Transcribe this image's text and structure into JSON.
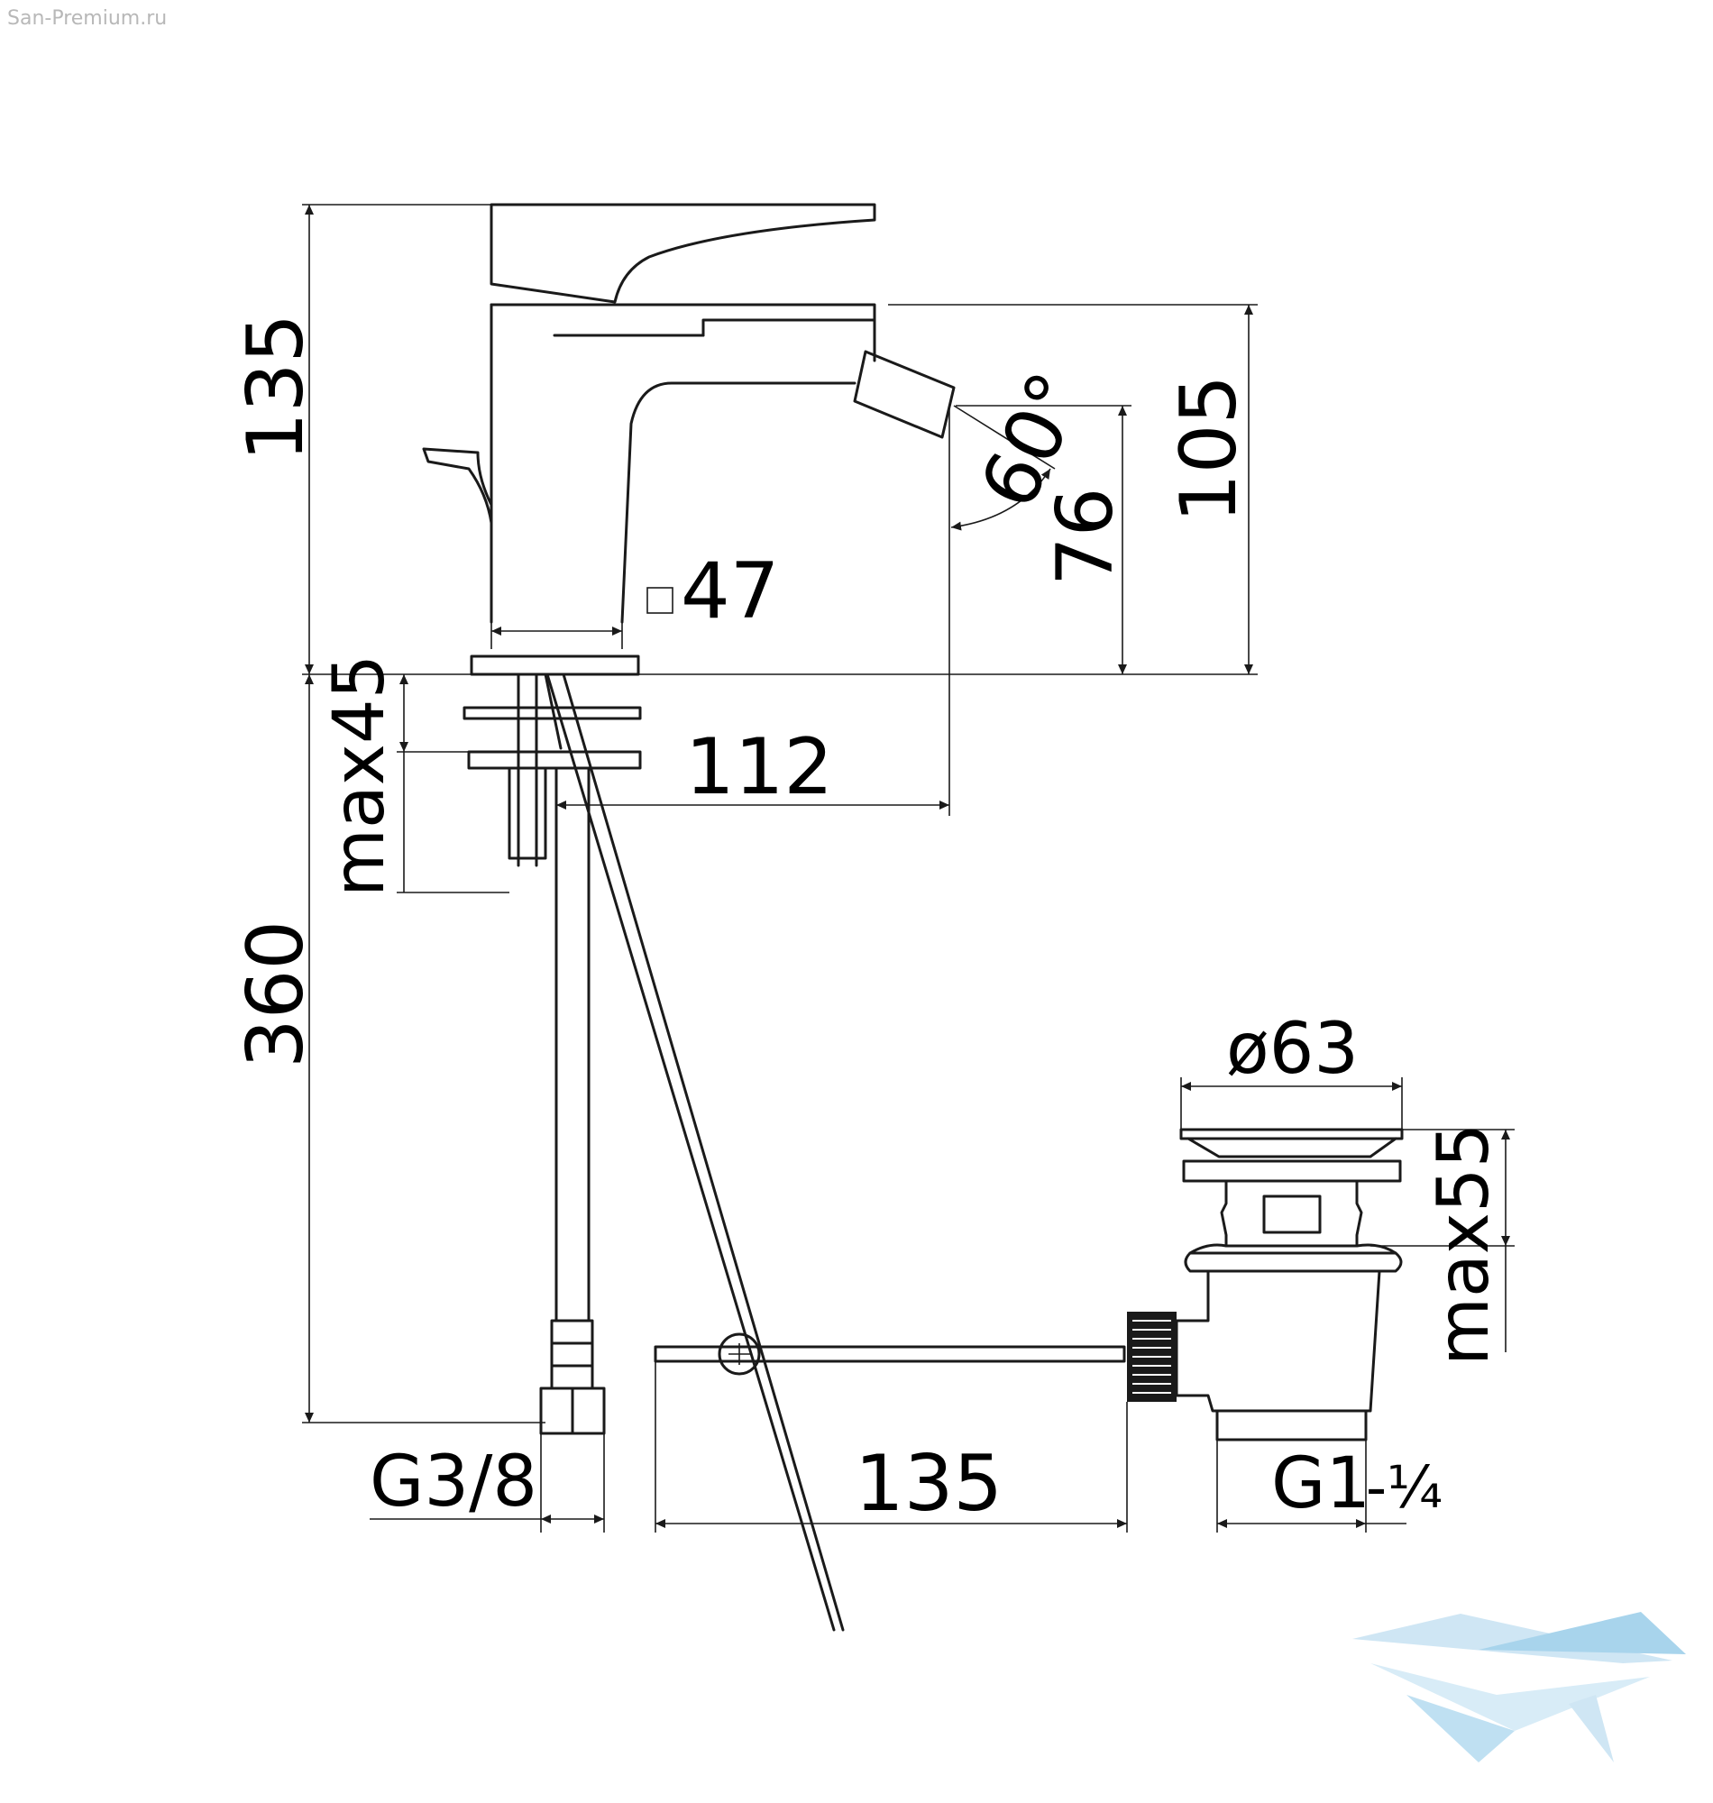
{
  "watermark": "San-Premium.ru",
  "dimensions": {
    "total_height": "135",
    "spout_height": "105",
    "angle": "60°",
    "nozzle_height": "76",
    "body_size": "47",
    "reach": "112",
    "max_deck": "max45",
    "hose_length": "360",
    "inlet_thread": "G3/8",
    "waste_diameter": "ø63",
    "waste_max": "max55",
    "rod_length": "135",
    "waste_thread_main": "G1",
    "waste_thread_frac": "-¼"
  },
  "colors": {
    "line": "#1a1a1a",
    "logo": "#a8d4ec"
  }
}
